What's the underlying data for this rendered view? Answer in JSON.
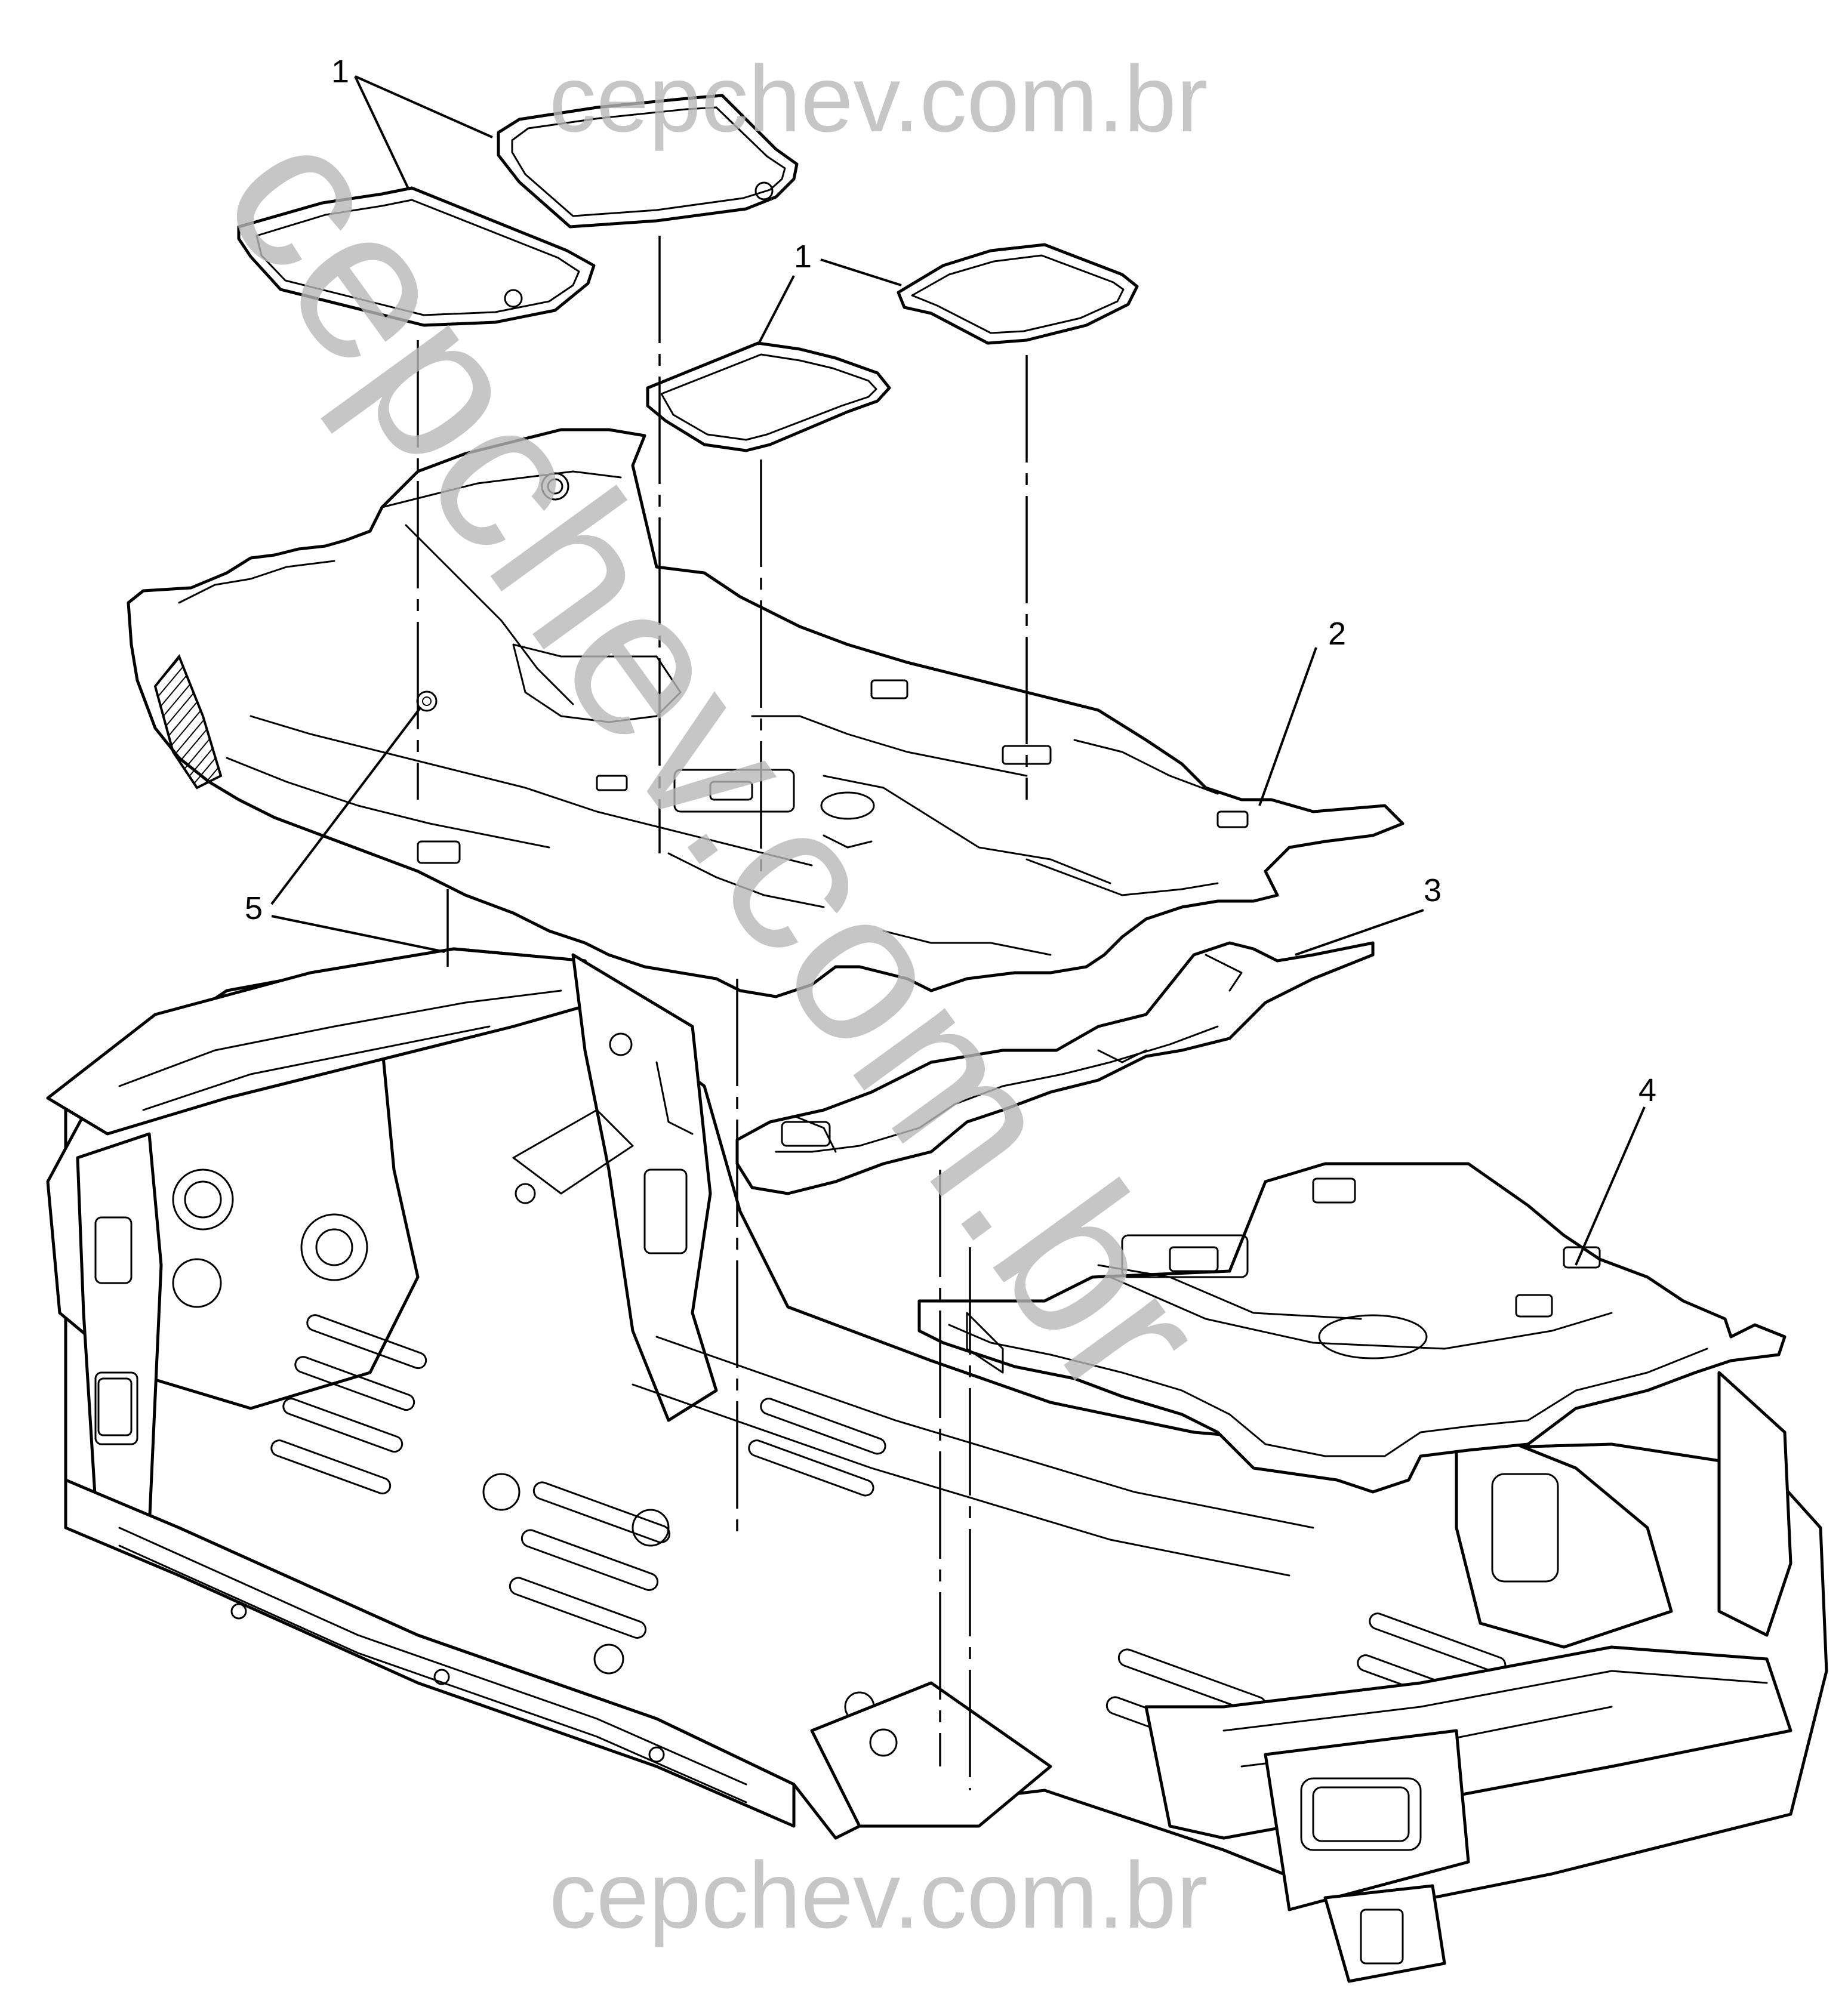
{
  "callouts": {
    "c1a": "1",
    "c1b": "1",
    "c2": "2",
    "c3": "3",
    "c4": "4",
    "c5": "5"
  },
  "watermarks": {
    "top": "cepchev.com.br",
    "bottom": "cepchev.com.br",
    "diagonal": "cepchev.com.br"
  },
  "colors": {
    "line": "#000000",
    "watermark": "#b8b8b8",
    "background": "#ffffff"
  }
}
